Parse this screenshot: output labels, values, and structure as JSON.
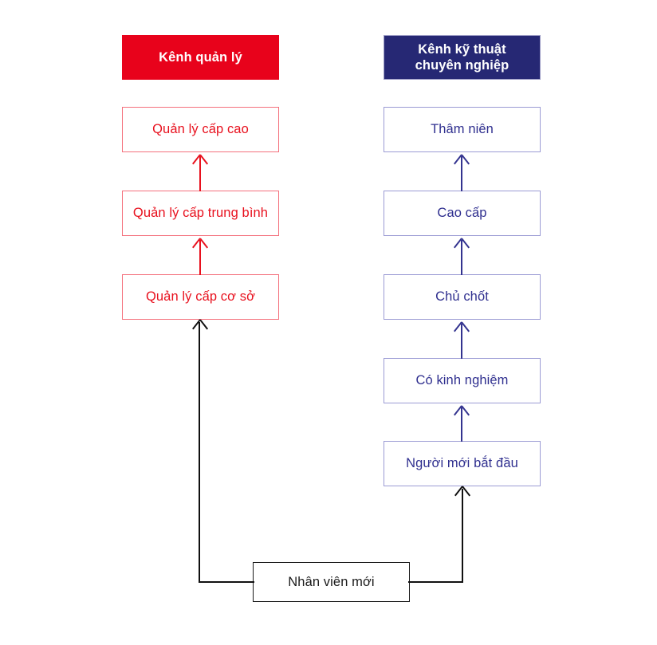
{
  "diagram": {
    "title": "Career development dual-ladder diagram",
    "colors": {
      "management_accent": "#E8021B",
      "management_border": "#F4707C",
      "management_text": "#E8111E",
      "professional_accent": "#262874",
      "professional_border": "#9b9bd4",
      "professional_text": "#2F2F8F",
      "entry_border": "#1a1a1a",
      "background": "#ffffff"
    },
    "columns": {
      "management": {
        "header": "Kênh quản lý",
        "levels": [
          {
            "label": "Quản lý cấp cao"
          },
          {
            "label": "Quản lý cấp trung bình"
          },
          {
            "label": "Quản lý cấp cơ sở"
          }
        ]
      },
      "professional": {
        "header_line1": "Kênh kỹ thuật",
        "header_line2": "chuyên nghiệp",
        "levels": [
          {
            "label": "Thâm niên"
          },
          {
            "label": "Cao cấp"
          },
          {
            "label": "Chủ chốt"
          },
          {
            "label": "Có kinh nghiệm"
          },
          {
            "label": "Người mới bắt đầu"
          }
        ]
      }
    },
    "entry": {
      "label": "Nhân viên mới"
    }
  }
}
